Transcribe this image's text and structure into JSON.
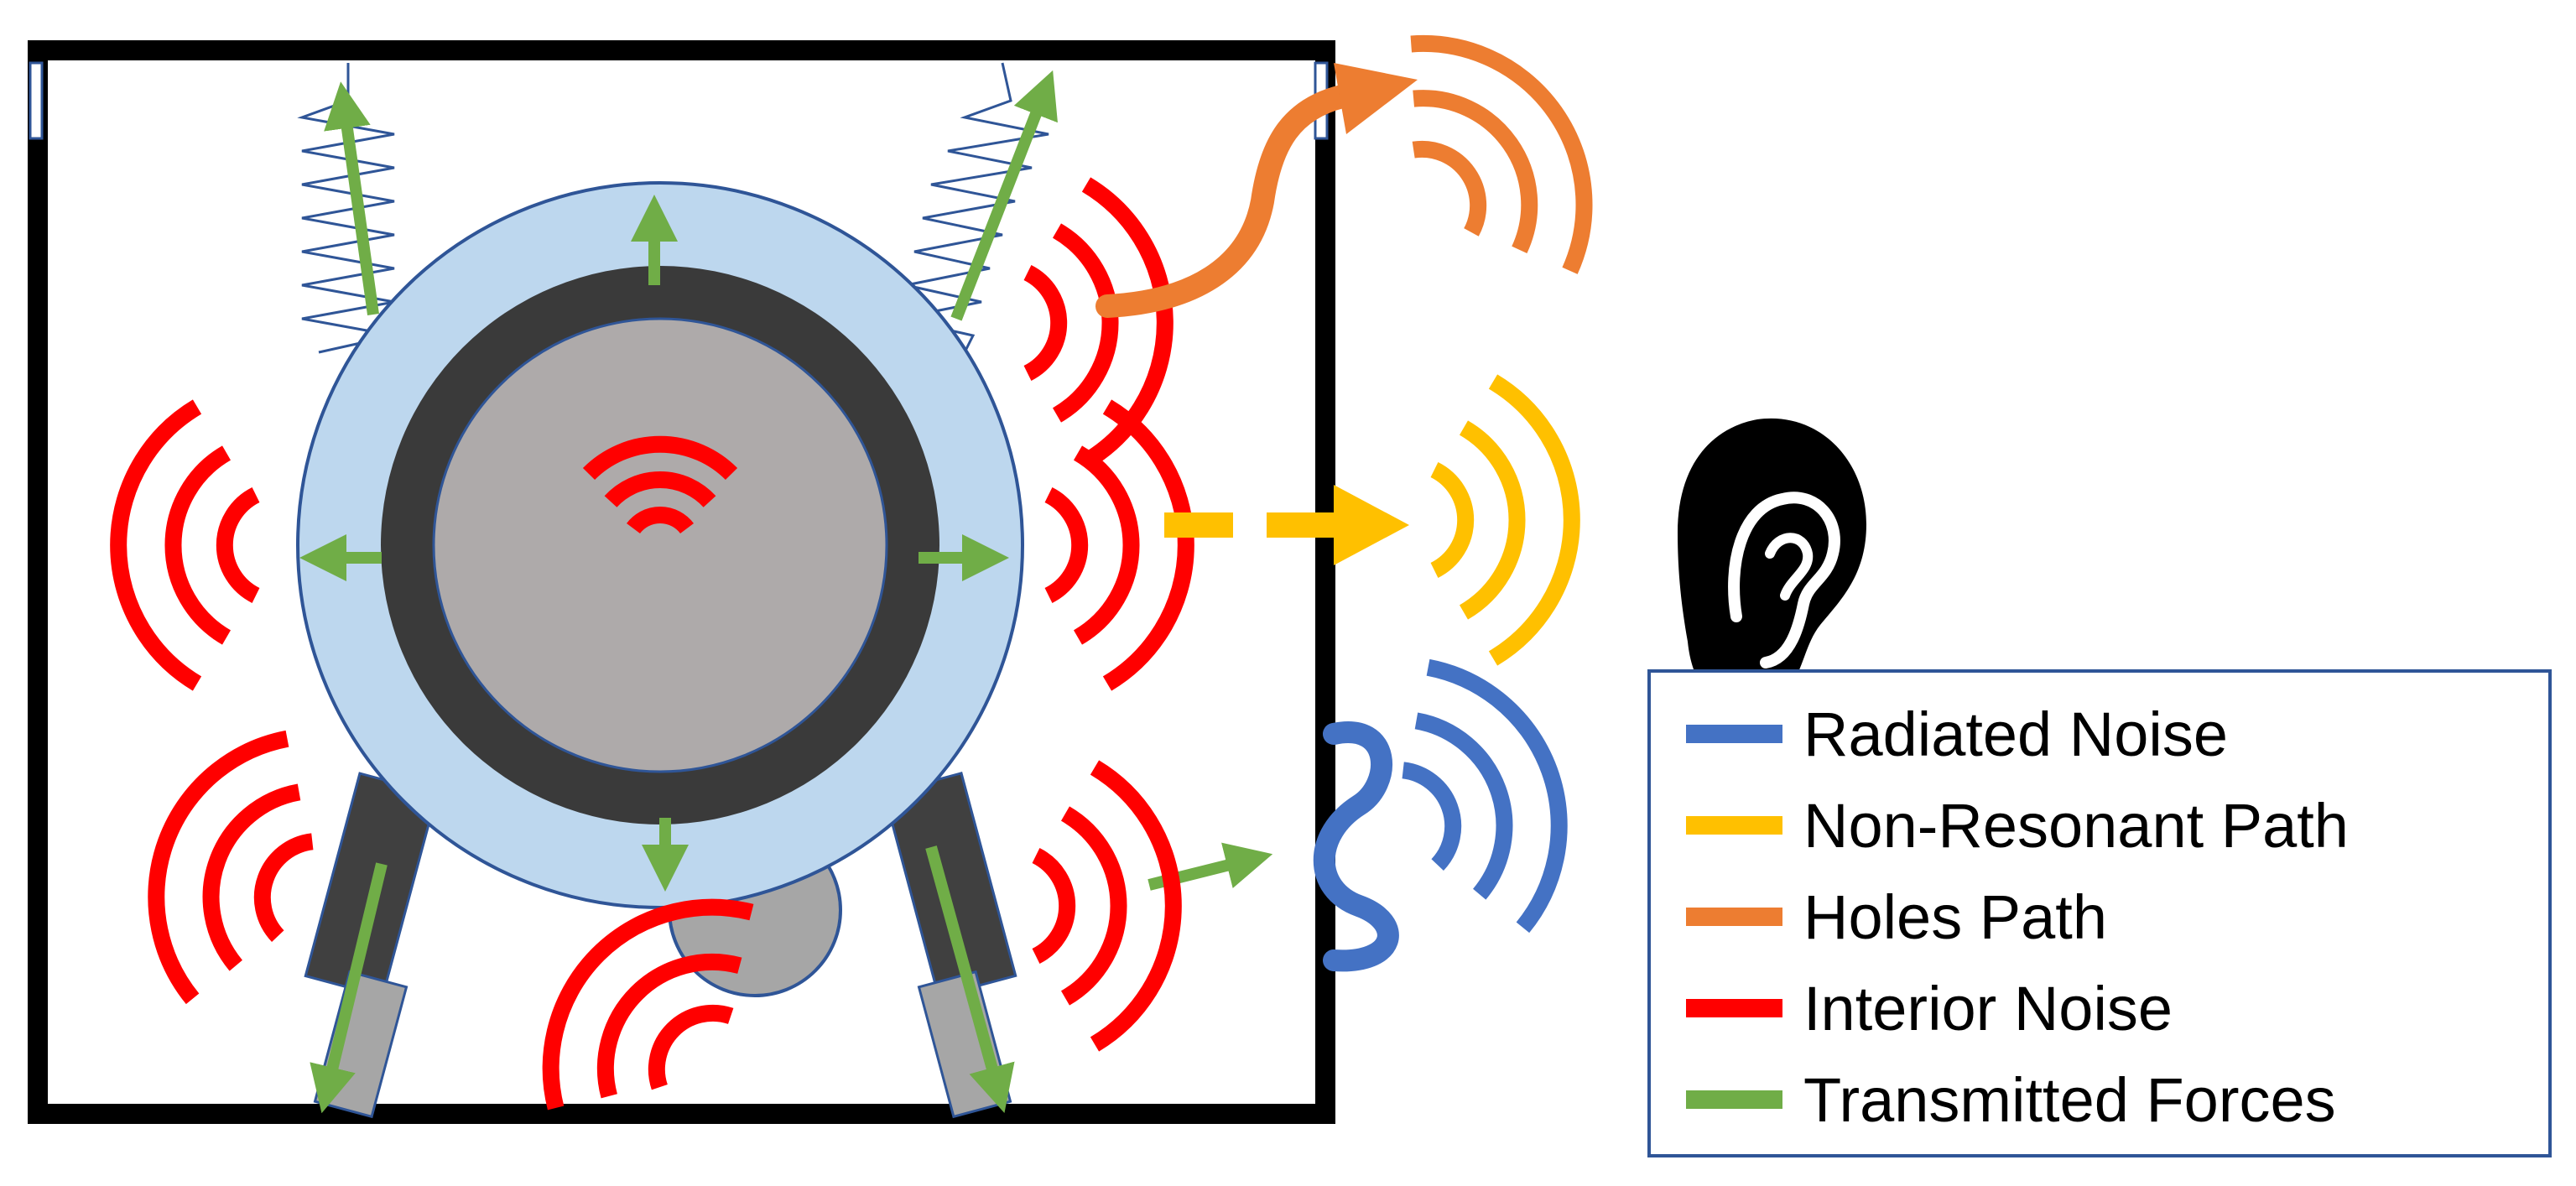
{
  "colors": {
    "radiated": "#4472c4",
    "non_resonant": "#ffc000",
    "holes": "#ed7d31",
    "interior": "#ff0000",
    "forces": "#70ad47",
    "shell": "#bdd7ee",
    "shell_stroke": "#2f5597",
    "dark_ring": "#3a3a3a",
    "core": "#aeaaaa",
    "spring": "#2f5597",
    "enclosure": "#000000"
  },
  "icons": {
    "ear": "ear-icon"
  },
  "legend": {
    "items": [
      {
        "key": "radiated",
        "label": "Radiated Noise"
      },
      {
        "key": "non_resonant",
        "label": "Non-Resonant Path"
      },
      {
        "key": "holes",
        "label": "Holes Path"
      },
      {
        "key": "interior",
        "label": "Interior Noise"
      },
      {
        "key": "forces",
        "label": "Transmitted Forces"
      }
    ]
  }
}
